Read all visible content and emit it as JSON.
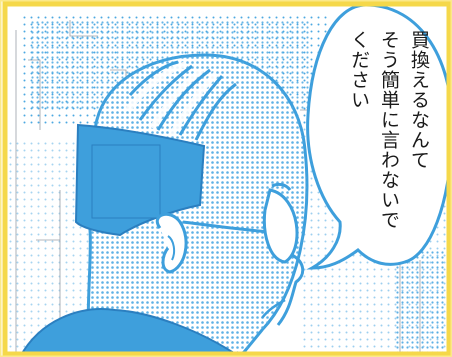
{
  "speech_bubble": {
    "lines": [
      "買換えるなんて",
      "そう簡単に言わないで",
      "ください"
    ]
  },
  "colors": {
    "panel_border": "#f5d84a",
    "ink_blue": "#3e9fdc",
    "screentone_blue": "#4ba8e2",
    "line_ink": "#2b7fc0"
  }
}
